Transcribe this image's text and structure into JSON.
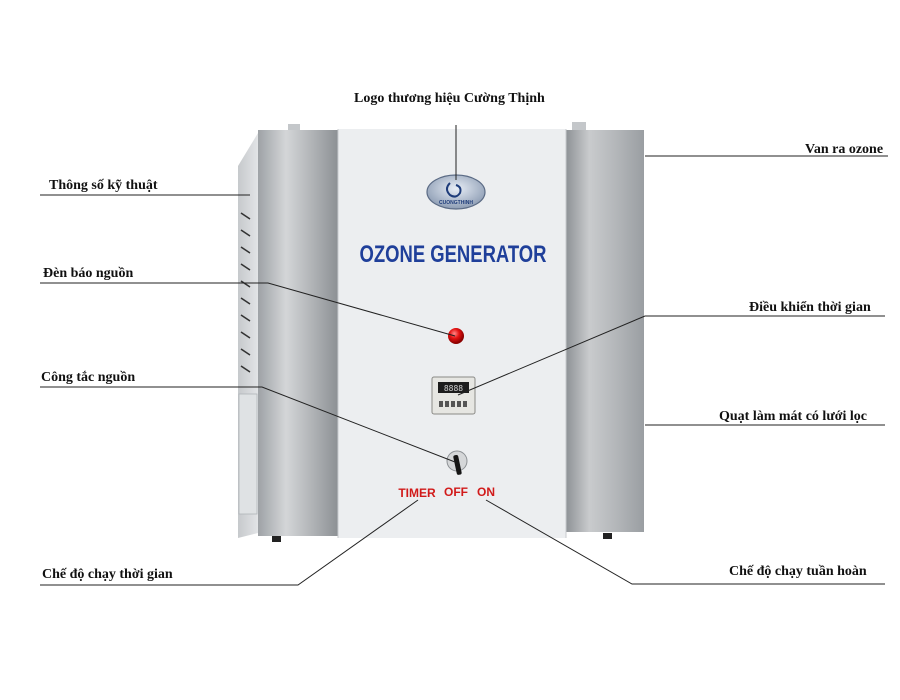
{
  "product": {
    "title": "OZONE GENERATOR",
    "logo_text": "CUONGTHINH",
    "switch_labels": {
      "timer": "TIMER",
      "off": "OFF",
      "on": "ON"
    },
    "timer_display": "8888"
  },
  "callouts": {
    "logo": "Logo thương hiệu Cường Thịnh",
    "outlet": "Van ra ozone",
    "specs": "Thông số kỹ thuật",
    "power_light": "Đèn báo nguồn",
    "timer_control": "Điều khiển thời gian",
    "power_switch": "Công tắc nguồn",
    "cooling_fan": "Quạt làm mát có lưới lọc",
    "timer_mode": "Chế độ chạy thời gian",
    "cycle_mode": "Chế độ chạy tuần hoàn"
  },
  "colors": {
    "title": "#1f3f9a",
    "switch_label": "#d11a1a",
    "indicator": "#e51212",
    "front_panel": "#eceef0",
    "steel": "#b9bcbf"
  }
}
